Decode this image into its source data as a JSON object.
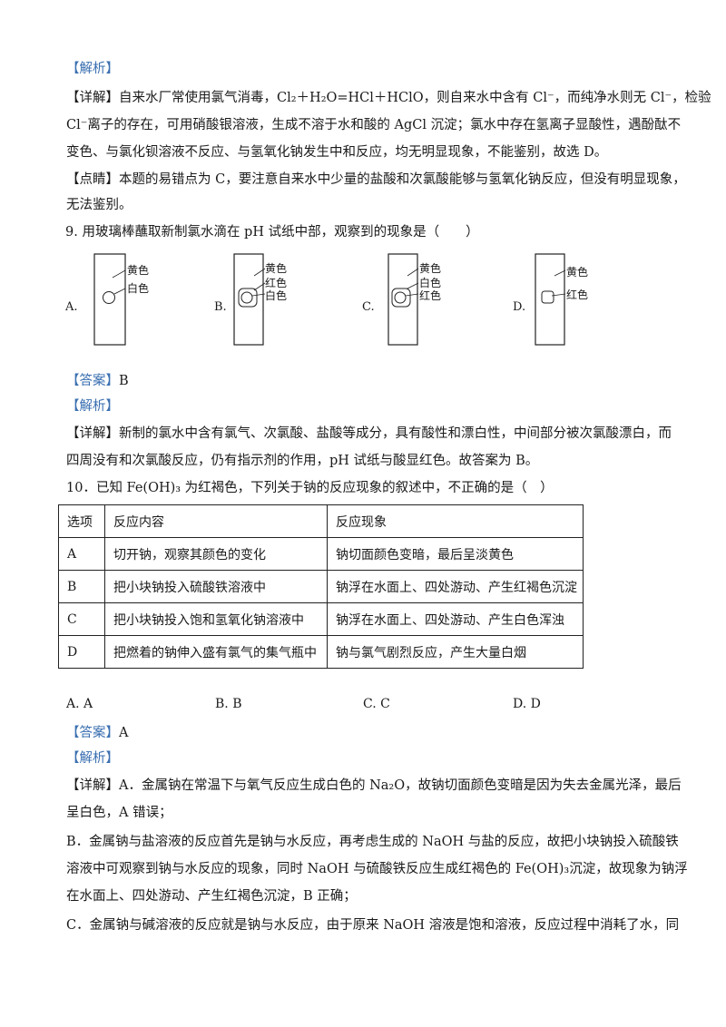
{
  "section1": {
    "jiexi_tag": "【解析】",
    "detail_tag": "【详解】",
    "detail_lines": [
      "自来水厂常使用氯气消毒，Cl₂＋H₂O=HCl＋HClO，则自来水中含有 Cl⁻，而纯净水则无 Cl⁻，检验",
      "Cl⁻离子的存在，可用硝酸银溶液，生成不溶于水和酸的 AgCl 沉淀；氯水中存在氢离子显酸性，遇酚酞不",
      "变色、与氯化钡溶液不反应、与氢氧化钠发生中和反应，均无明显现象，不能鉴别，故选 D。"
    ],
    "dianjing_tag": "【点睛】",
    "dianjing_lines": [
      "本题的易错点为 C，要注意自来水中少量的盐酸和次氯酸能够与氢氧化钠反应，但没有明显现象，",
      "无法鉴别。"
    ]
  },
  "q9": {
    "stem": "9. 用玻璃棒蘸取新制氯水滴在 pH 试纸中部，观察到的现象是（　　）",
    "options": [
      {
        "letter": "A.",
        "labels": [
          "黄色",
          "白色"
        ]
      },
      {
        "letter": "B.",
        "labels": [
          "黄色",
          "红色",
          "白色"
        ]
      },
      {
        "letter": "C.",
        "labels": [
          "黄色",
          "白色",
          "红色"
        ]
      },
      {
        "letter": "D.",
        "labels": [
          "黄色",
          "红色"
        ]
      }
    ],
    "answer_tag": "【答案】",
    "answer": "B",
    "jiexi_tag": "【解析】",
    "detail_tag": "【详解】",
    "detail_lines": [
      "新制的氯水中含有氯气、次氯酸、盐酸等成分，具有酸性和漂白性，中间部分被次氯酸漂白，而",
      "四周没有和次氯酸反应，仍有指示剂的作用，pH 试纸与酸显红色。故答案为 B。"
    ]
  },
  "q10": {
    "stem": "10．已知 Fe(OH)₃ 为红褐色，下列关于钠的反应现象的叙述中，不正确的是（　）",
    "table": {
      "headers": [
        "选项",
        "反应内容",
        "反应现象"
      ],
      "rows": [
        [
          "A",
          "切开钠，观察其颜色的变化",
          "钠切面颜色变暗，最后呈淡黄色"
        ],
        [
          "B",
          "把小块钠投入硫酸铁溶液中",
          "钠浮在水面上、四处游动、产生红褐色沉淀"
        ],
        [
          "C",
          "把小块钠投入饱和氢氧化钠溶液中",
          "钠浮在水面上、四处游动、产生白色浑浊"
        ],
        [
          "D",
          "把燃着的钠伸入盛有氯气的集气瓶中",
          "钠与氯气剧烈反应，产生大量白烟"
        ]
      ]
    },
    "choices": [
      "A.  A",
      "B.  B",
      "C.  C",
      "D.  D"
    ],
    "answer_tag": "【答案】",
    "answer": "A",
    "jiexi_tag": "【解析】",
    "detail_tag": "【详解】",
    "detail_lines": [
      "A．金属钠在常温下与氧气反应生成白色的 Na₂O，故钠切面颜色变暗是因为失去金属光泽，最后",
      "呈白色，A 错误；",
      "B．金属钠与盐溶液的反应首先是钠与水反应，再考虑生成的 NaOH 与盐的反应，故把小块钠投入硫酸铁",
      "溶液中可观察到钠与水反应的现象，同时 NaOH 与硫酸铁反应生成红褐色的 Fe(OH)₃沉淀，故现象为钠浮",
      "在水面上、四处游动、产生红褐色沉淀，B 正确；",
      "C．金属钠与碱溶液的反应就是钠与水反应，由于原来 NaOH 溶液是饱和溶液，反应过程中消耗了水，同"
    ]
  }
}
